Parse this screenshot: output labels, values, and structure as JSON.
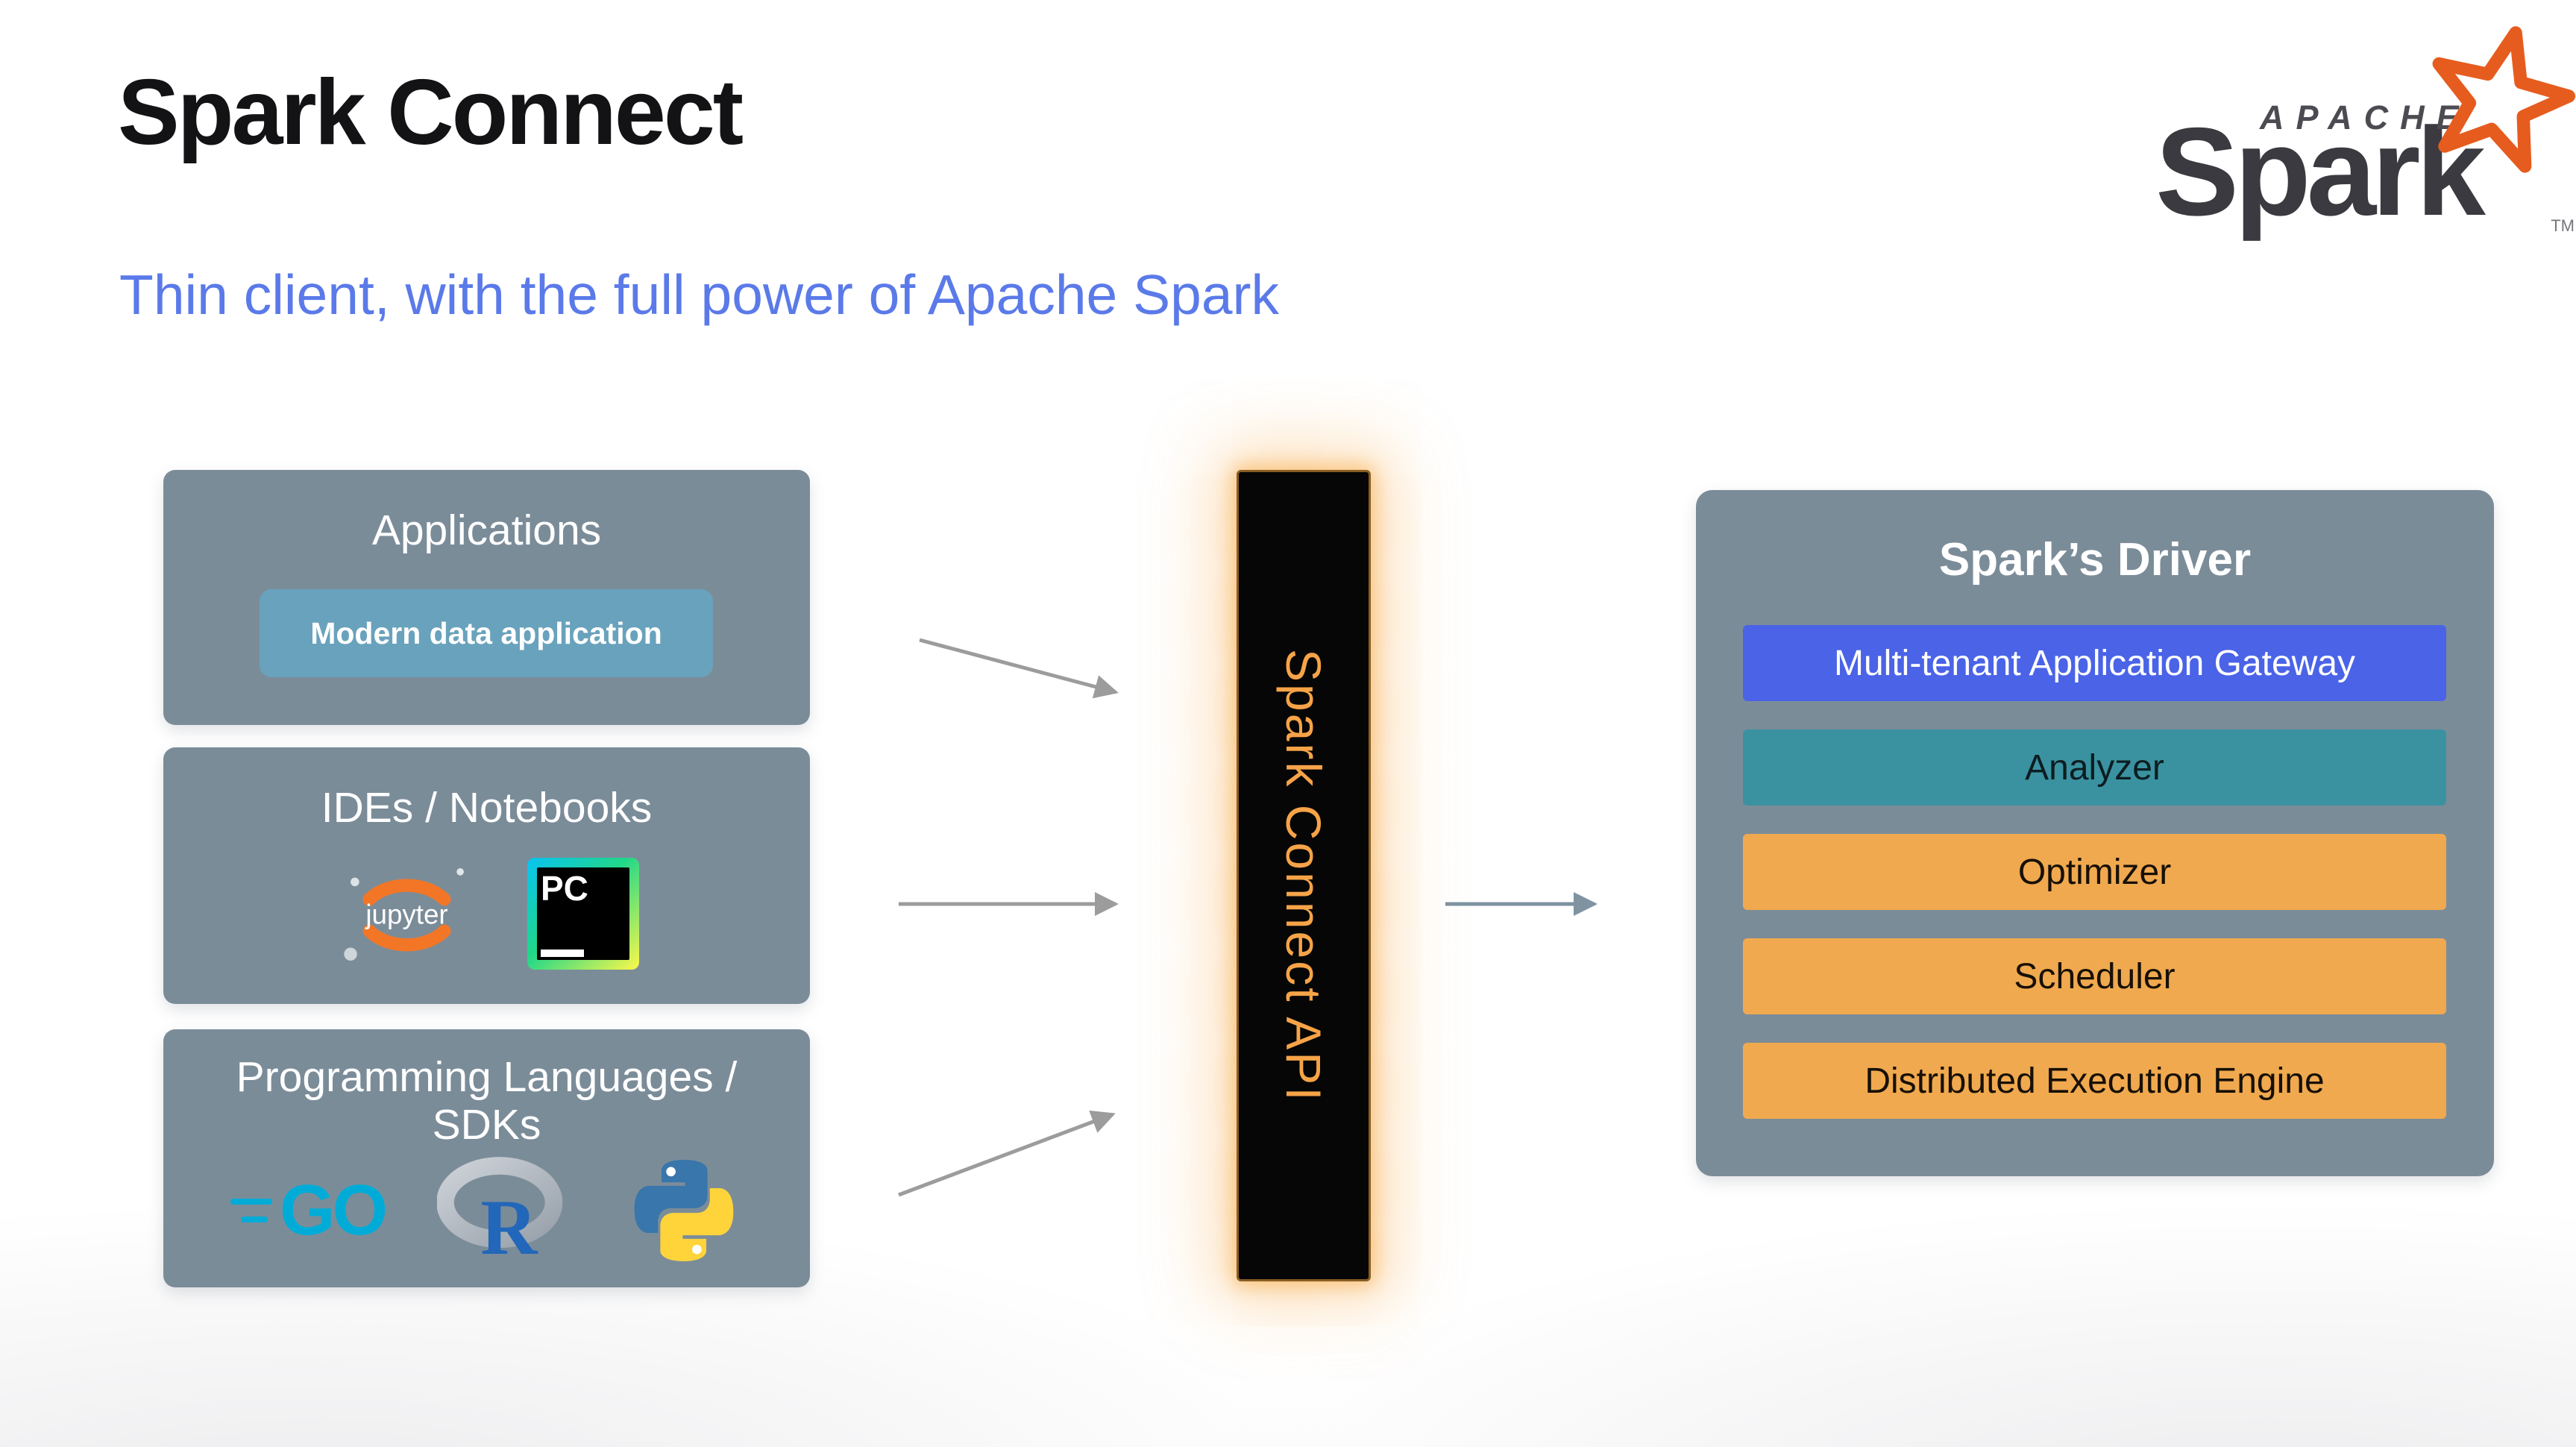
{
  "header": {
    "title": "Spark Connect",
    "subtitle": "Thin client, with the full power of Apache Spark"
  },
  "brand": {
    "apache": "APACHE",
    "wordmark": "Spark",
    "trademark": "TM",
    "star_color": "#e65c1e",
    "wordmark_color": "#3a3a40"
  },
  "clients": {
    "applications": {
      "title": "Applications",
      "chip": "Modern data application"
    },
    "ides": {
      "title": "IDEs / Notebooks",
      "jupyter_label": "jupyter",
      "pycharm_label": "PC"
    },
    "languages": {
      "title_line1": "Programming Languages /",
      "title_line2": "SDKs",
      "go_label": "GO",
      "r_label": "R"
    }
  },
  "connector": {
    "label": "Spark Connect API",
    "text_color": "#f6a348",
    "glow_color": "#f7a63d",
    "bar_color": "#060606"
  },
  "driver": {
    "title": "Spark’s Driver",
    "rows": [
      {
        "label": "Multi-tenant Application Gateway",
        "color": "#4a63e7",
        "text_color": "#ffffff"
      },
      {
        "label": "Analyzer",
        "color": "#3a92a1",
        "text_color": "#0d1d21"
      },
      {
        "label": "Optimizer",
        "color": "#f0a94f",
        "text_color": "#171007"
      },
      {
        "label": "Scheduler",
        "color": "#f0a94f",
        "text_color": "#171007"
      },
      {
        "label": "Distributed Execution Engine",
        "color": "#f0a94f",
        "text_color": "#171007"
      }
    ]
  },
  "icons": {
    "spark-star-icon": "orange five-point star outline",
    "jupyter-icon": "orange double crescent with gray moons",
    "pycharm-icon": "black square with green-yellow gradient frame, PC and underscore",
    "go-icon": "cyan GO wordmark with speed lines",
    "r-logo-icon": "gray ellipse ring with blue R",
    "python-icon": "blue and yellow interlocked snakes"
  },
  "colors": {
    "panel": "#7b8c99",
    "chip": "#69a2bc",
    "subtitle": "#5b7ae9",
    "arrow": "#9c9c9c",
    "arrow_right": "#7f93a1"
  }
}
